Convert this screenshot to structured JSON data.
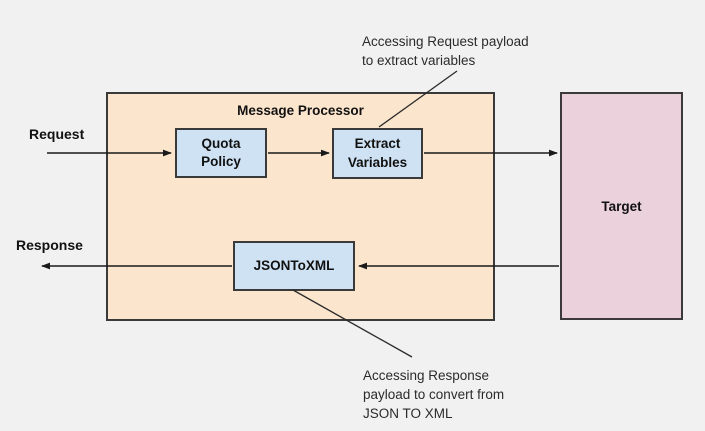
{
  "colors": {
    "background": "#f1f1f1",
    "processor_fill": "#fce5cd",
    "node_fill": "#cfe2f3",
    "target_fill": "#ead1dc",
    "border": "#3a3a3a",
    "connector": "#1a1a1a",
    "text": "#111111"
  },
  "flow_labels": {
    "request": "Request",
    "response": "Response"
  },
  "processor": {
    "title": "Message Processor"
  },
  "nodes": {
    "quota_policy": {
      "lines": [
        "Quota",
        "Policy"
      ]
    },
    "extract_variables": {
      "lines": [
        "Extract",
        "Variables"
      ]
    },
    "json_to_xml": {
      "label": "JSONToXML"
    },
    "target": {
      "label": "Target"
    }
  },
  "annotations": {
    "top": {
      "lines": [
        "Accessing Request payload",
        "to extract variables"
      ]
    },
    "bottom": {
      "lines": [
        "Accessing Response",
        "payload to convert from",
        "JSON TO XML"
      ]
    }
  }
}
